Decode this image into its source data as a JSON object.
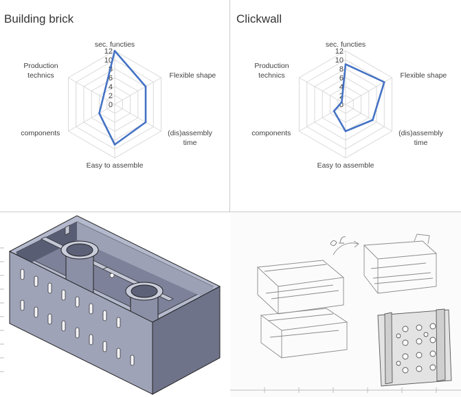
{
  "chart_data": [
    {
      "type": "radar",
      "title": "Building brick",
      "axes": [
        "sec. functies",
        "Flexible shape",
        "(dis)assembly time",
        "Easy to assemble",
        "components",
        "Production technics"
      ],
      "axis_label_lines": [
        [
          "sec. functies"
        ],
        [
          "Flexible shape"
        ],
        [
          "(dis)assembly",
          "time"
        ],
        [
          "Easy to assemble"
        ],
        [
          "components"
        ],
        [
          "Production",
          "technics"
        ]
      ],
      "ticks": [
        "0",
        "2",
        "4",
        "6",
        "8",
        "10",
        "12"
      ],
      "rmax": 12,
      "series": [
        {
          "values": [
            12,
            8,
            8,
            9,
            4,
            3
          ]
        }
      ],
      "color": "#4472C4",
      "grid": true
    },
    {
      "type": "radar",
      "title": "Clickwall",
      "axes": [
        "sec. functies",
        "Flexible shape",
        "(dis)assembly time",
        "Easy to assemble",
        "components",
        "Production technics"
      ],
      "axis_label_lines": [
        [
          "sec. functies"
        ],
        [
          "Flexible shape"
        ],
        [
          "(dis)assembly",
          "time"
        ],
        [
          "Easy to assemble"
        ],
        [
          "components"
        ],
        [
          "Production",
          "technics"
        ]
      ],
      "ticks": [
        "0",
        "2",
        "4",
        "6",
        "8",
        "10",
        "12"
      ],
      "rmax": 12,
      "series": [
        {
          "values": [
            9,
            10,
            7,
            6,
            3,
            1
          ]
        }
      ],
      "color": "#4472C4",
      "grid": true
    }
  ]
}
